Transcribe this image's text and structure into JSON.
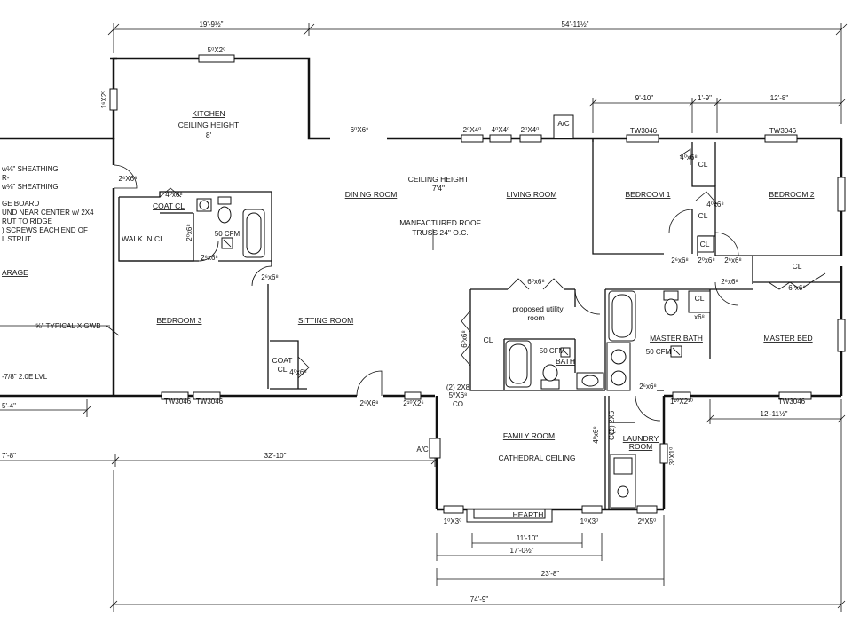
{
  "rooms": {
    "kitchen": "KITCHEN",
    "kitchen_ceiling_1": "CEILING HEIGHT",
    "kitchen_ceiling_2": "8'",
    "dining_room": "DINING ROOM",
    "living_room": "LIVING ROOM",
    "ceiling_height_1": "CEILING HEIGHT",
    "ceiling_height_2": "7'4\"",
    "roof_1": "MANFACTURED ROOF",
    "roof_2": "TRUSS 24\" O.C.",
    "bedroom1": "BEDROOM 1",
    "bedroom2": "BEDROOM 2",
    "bedroom3": "BEDROOM 3",
    "coat_cl": "COAT CL",
    "walk_in_cl": "WALK IN CL",
    "sitting_room": "SITTING ROOM",
    "coat": "COAT",
    "cl": "CL",
    "utility_1": "proposed utility",
    "utility_2": "room",
    "bath": "BATH",
    "master_bath": "MASTER BATH",
    "master_bed": "MASTER BED",
    "family_room": "FAMILY ROOM",
    "cathedral": "CATHEDRAL CEILING",
    "laundry_1": "LAUNDRY",
    "laundry_2": "ROOM",
    "hearth": "HEARTH"
  },
  "labels": {
    "door_5x2": "5⁰X2⁰",
    "door_6x6": "6⁰X6⁸",
    "door_2x6": "2⁶X6⁸",
    "door_2x4": "2⁰X4⁰",
    "door_4x4": "4⁰X4⁰",
    "door_2x4b": "2⁰X4⁰",
    "ac_top": "A/C",
    "ac_side": "A/C",
    "tw_b1": "TW3046",
    "tw_b2": "TW3046",
    "tw_b3a": "TW3046",
    "tw_b3b": "TW3046",
    "tw_mb": "TW3046",
    "d4x6_coat": "4⁰x6⁸",
    "d2x6_bath": "2⁰x6⁸",
    "d2x6_walk": "2⁶x6⁸",
    "fan_50": "50 CFM",
    "fan_50b": "50 CFM",
    "fan_50c": "50 CFM",
    "d2x6_b3": "2⁶x6⁸",
    "d4x6_b1": "4⁰x6⁸",
    "d4x6_b2": "4⁰x6⁸",
    "d2x6_b1": "2⁶x6⁸",
    "d2x6_b1b": "2⁰x6⁸",
    "d2x6_b2": "2⁶x6⁸",
    "d2x6_mb": "2⁶x6⁸",
    "d6x6_mb": "6⁰x6⁸",
    "d6x6_util": "6⁰x6⁸",
    "d6x6_cl": "6⁰x6⁸",
    "d4x6_coat2": "4⁰x6⁸",
    "d2x6_front": "2⁶X6⁸",
    "d2x8_front": "2¹⁰X2⁶",
    "hdr_2x8": "(2) 2X8",
    "d5x6": "5⁰X6⁸",
    "co": "CO",
    "hdr_2x6": "(2) 2X6",
    "co2": "CO",
    "d4x6_lau": "4⁰x6⁸",
    "d2x6_lau": "2⁶x6⁸",
    "d1x2": "1¹⁰X2¹⁰",
    "d3x1": "3⁰X1⁰",
    "d1x3a": "1⁰X3⁰",
    "d1x3b": "1⁰X3⁰",
    "d2x5": "2⁰X5⁰",
    "d1x2_left": "1⁶X2⁰",
    "x6_small": "x6⁸",
    "left_sheath1": "w⅛\" SHEATHING",
    "left_sheath2": "R-",
    "left_sheath3": "w⅛\" SHEATHING",
    "left_board1": "GE BOARD",
    "left_board2": "UND NEAR CENTER w/ 2X4",
    "left_board3": "RUT TO RIDGE",
    "left_board4": ") SCREWS EACH END OF",
    "left_board5": "L STRUT",
    "left_garage": "ARAGE",
    "left_gwb": "⅝\" TYPICAL X GWB",
    "left_lvl": "-7/8\" 2.0E LVL"
  },
  "dims": {
    "top_left": "19'-9½\"",
    "top_right": "54'-11½\"",
    "b1_width": "9'-10\"",
    "gap_width": "1'-9\"",
    "b2_width": "12'-8\"",
    "mb_width": "12'-11½\"",
    "left_4": "5'-4\"",
    "left_8": "7'-8\"",
    "mid_32": "32'-10\"",
    "hearth_11": "11'-10\"",
    "hearth_17": "17'-0½\"",
    "fam_23": "23'-8\"",
    "total": "74'-9\""
  }
}
